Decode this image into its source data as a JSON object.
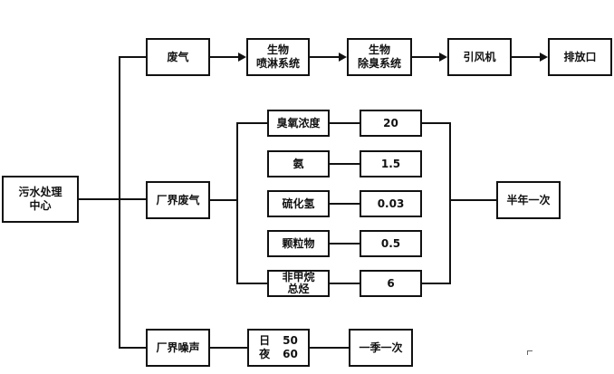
{
  "root": {
    "line1": "污水处理",
    "line2": "中心"
  },
  "branch_exhaust": {
    "label": "废气",
    "steps": [
      {
        "line1": "生物",
        "line2": "喷淋系统"
      },
      {
        "line1": "生物",
        "line2": "除臭系统"
      },
      {
        "line1": "引风机"
      },
      {
        "line1": "排放口"
      }
    ]
  },
  "branch_boundary_gas": {
    "label": "厂界废气",
    "parameters": [
      {
        "name": "臭氧浓度",
        "value": "20"
      },
      {
        "name": "氨",
        "value": "1.5"
      },
      {
        "name": "硫化氢",
        "value": "0.03"
      },
      {
        "name": "颗粒物",
        "value": "0.5"
      },
      {
        "name": "非甲烷总烃",
        "name_line1": "非甲烷",
        "name_line2": "总烃",
        "value": "6"
      }
    ],
    "frequency": "半年一次"
  },
  "branch_noise": {
    "label": "厂界噪声",
    "day_label": "日",
    "day_value": "50",
    "night_label": "夜",
    "night_value": "60",
    "frequency": "一季一次"
  }
}
